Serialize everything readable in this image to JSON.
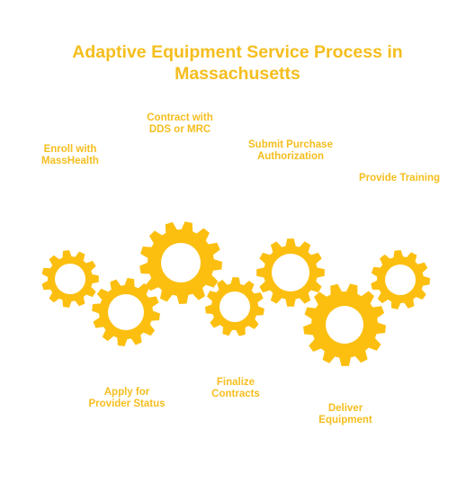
{
  "title": "Adaptive Equipment Service Process in Massachusetts",
  "steps": [
    {
      "label": "Enroll with\nMassHealth",
      "gear": 1
    },
    {
      "label": "Apply for\nProvider Status",
      "gear": 2
    },
    {
      "label": "Contract with\nDDS or MRC",
      "gear": 3
    },
    {
      "label": "Finalize\nContracts",
      "gear": 4
    },
    {
      "label": "Submit Purchase\nAuthorization",
      "gear": 5
    },
    {
      "label": "Deliver\nEquipment",
      "gear": 6
    },
    {
      "label": "Provide Training",
      "gear": 7
    }
  ],
  "colors": {
    "accent": "#F5BE1E",
    "gear": "#FCBF10",
    "background": "#FFFFFF"
  }
}
